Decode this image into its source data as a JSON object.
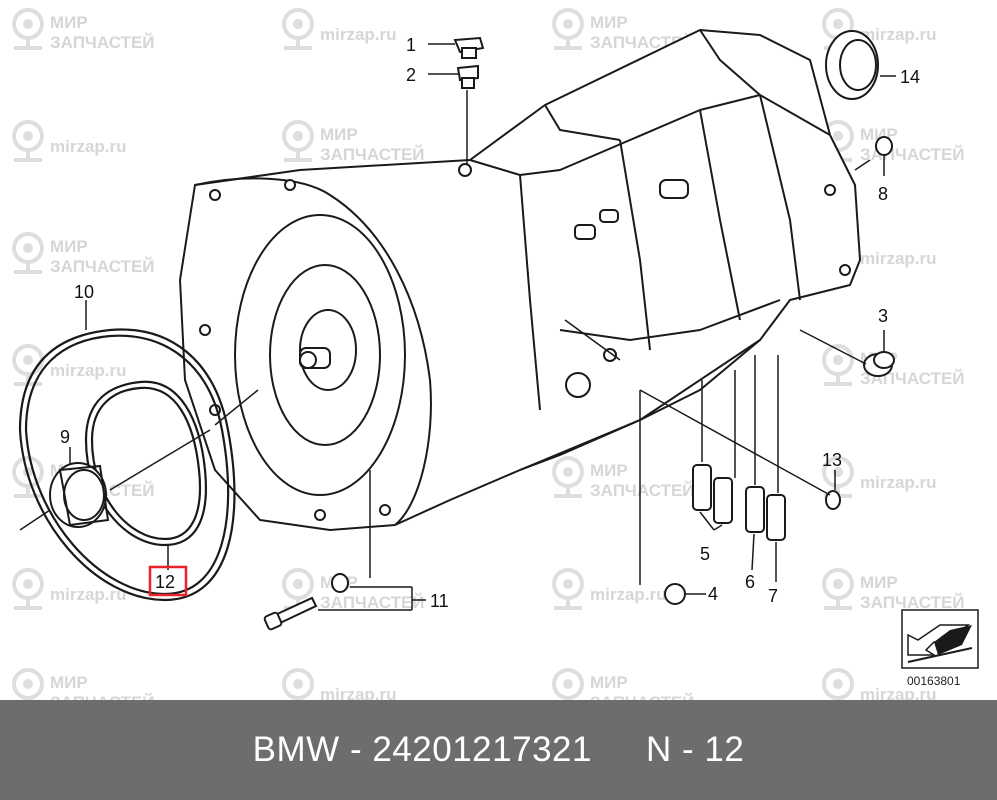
{
  "watermark": {
    "line1": "МИР",
    "line2": "ЗАПЧАСТЕЙ",
    "domain": "mirzap.ru"
  },
  "callouts": [
    "1",
    "2",
    "3",
    "4",
    "5",
    "6",
    "7",
    "8",
    "9",
    "10",
    "11",
    "12",
    "13",
    "14"
  ],
  "highlighted_callout": "12",
  "highlight_color": "#e8232a",
  "diagram_code": "00163801",
  "footer": {
    "brand": "BMW",
    "separator": "-",
    "part_number": "24201217321",
    "position_label": "N",
    "position_value": "12"
  },
  "icons": {
    "watermark": "location-pin-icon",
    "view_direction": "arrow-view-icon"
  }
}
